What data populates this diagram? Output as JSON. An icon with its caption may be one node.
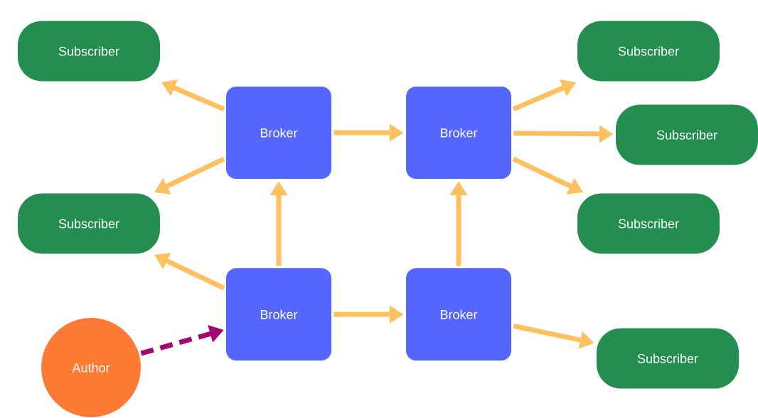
{
  "diagram": {
    "nodes": [
      {
        "text": [
          "Subscriber"
        ]
      },
      {
        "text": [
          "Subscriber"
        ]
      },
      {
        "text": [
          "Author"
        ]
      },
      {
        "text": [
          "Broker"
        ]
      },
      {
        "text": [
          "Broker"
        ]
      },
      {
        "text": [
          "Broker"
        ]
      },
      {
        "text": [
          "Broker"
        ]
      },
      {
        "text": [
          "Subscriber"
        ]
      },
      {
        "text": [
          "Subscriber"
        ]
      },
      {
        "text": [
          "Subscriber"
        ]
      },
      {
        "text": [
          "Subscriber"
        ]
      }
    ],
    "edges": [
      {
        "from": 3,
        "to": 0,
        "arrow": "to"
      },
      {
        "from": 3,
        "to": 1,
        "arrow": "to"
      },
      {
        "from": 3,
        "to": 4,
        "arrow": "to"
      },
      {
        "from": 4,
        "to": 7,
        "arrow": "to"
      },
      {
        "from": 4,
        "to": 8,
        "arrow": "to"
      },
      {
        "from": 4,
        "to": 9,
        "arrow": "to"
      },
      {
        "from": 5,
        "to": 3,
        "arrow": "to"
      },
      {
        "from": 5,
        "to": 1,
        "arrow": "to"
      },
      {
        "from": 5,
        "to": 6,
        "arrow": "to"
      },
      {
        "from": 6,
        "to": 4,
        "arrow": "to"
      },
      {
        "from": 6,
        "to": 10,
        "arrow": "to"
      },
      {
        "from": 2,
        "to": 5,
        "arrow": "to",
        "style": "dashed",
        "color": "#a3086f"
      }
    ]
  }
}
